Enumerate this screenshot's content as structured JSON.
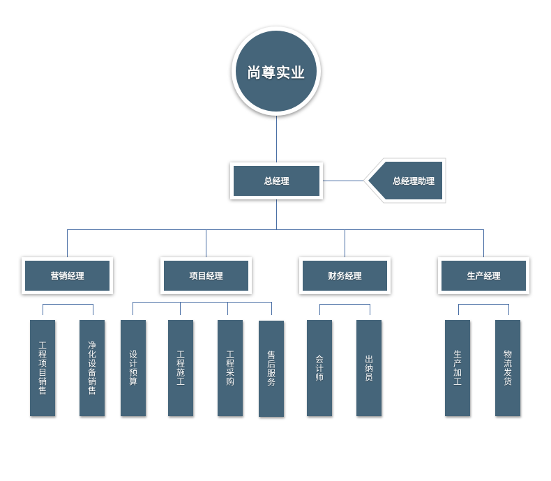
{
  "org": {
    "company": "尚尊实业",
    "gm": "总经理",
    "assistant": "总经理助理",
    "departments": [
      {
        "name": "营销经理",
        "roles": [
          "工程项目销售",
          "净化设备销售"
        ]
      },
      {
        "name": "项目经理",
        "roles": [
          "设计预算",
          "工程施工",
          "工程采购",
          "售后服务"
        ]
      },
      {
        "name": "财务经理",
        "roles": [
          "会计师",
          "出纳员"
        ]
      },
      {
        "name": "生产经理",
        "roles": [
          "生产加工",
          "物流发货"
        ]
      }
    ]
  },
  "colors": {
    "node_fill": "#45657a",
    "line": "#4a6fa5",
    "frame": "#ffffff"
  }
}
